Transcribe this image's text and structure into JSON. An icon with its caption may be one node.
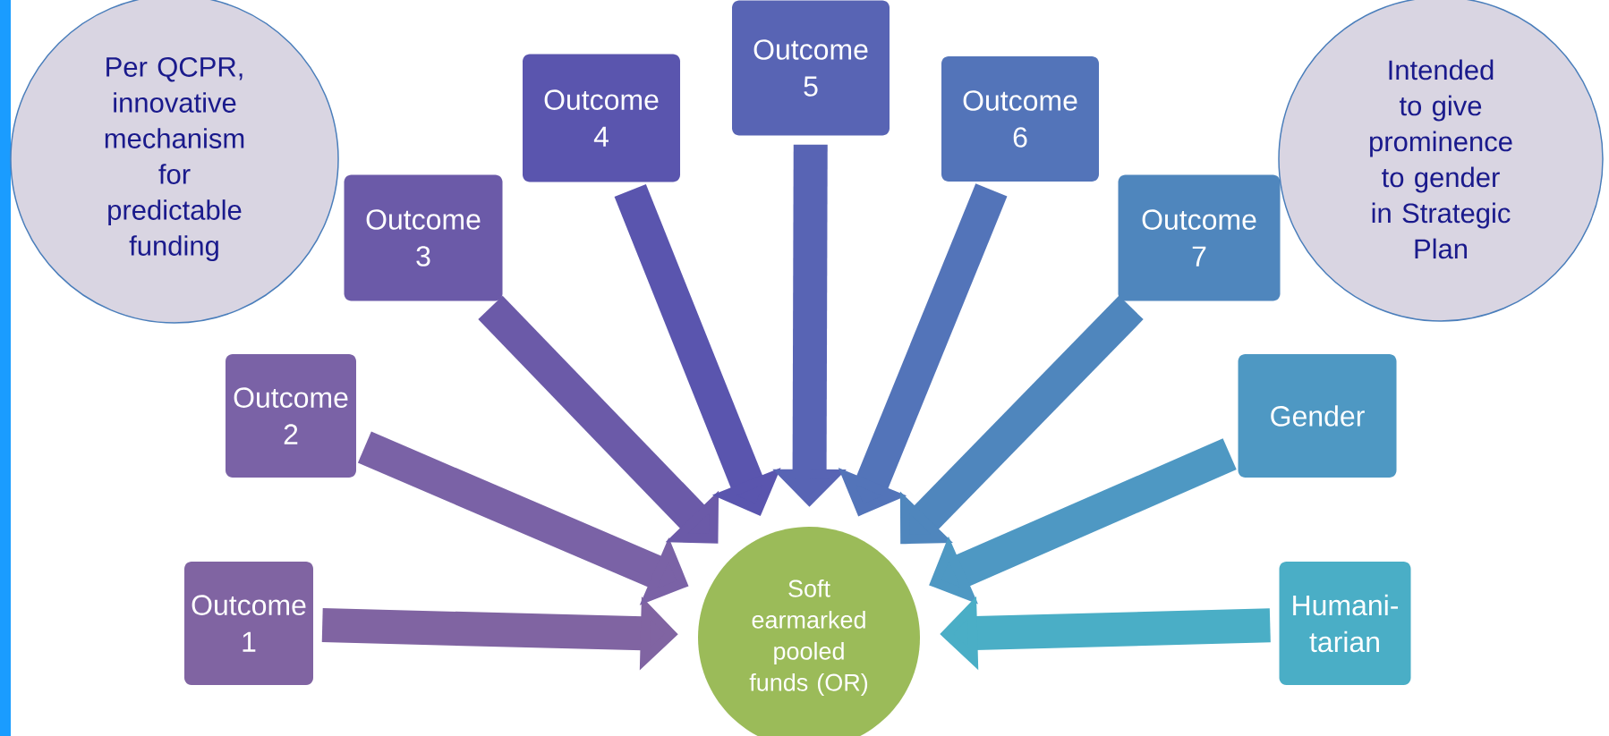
{
  "diagram": {
    "nodes": [
      {
        "text": [
          "Outcome 1"
        ]
      },
      {
        "text": [
          "Outcome 2"
        ]
      },
      {
        "text": [
          "Outcome 3"
        ]
      },
      {
        "text": [
          "Outcome 4"
        ]
      },
      {
        "text": [
          "Outcome 5"
        ]
      },
      {
        "text": [
          "Outcome 6"
        ]
      },
      {
        "text": [
          "Outcome 7"
        ]
      },
      {
        "text": [
          "Gender"
        ]
      },
      {
        "text": [
          "Humani- tarian"
        ]
      },
      {
        "text": [
          "Soft earmarked pooled funds (OR)"
        ]
      },
      {
        "text": [
          "Per QCPR, innovative mechanism for predictable funding"
        ]
      },
      {
        "text": [
          "Intended to give prominence to gender in Strategic Plan"
        ]
      }
    ],
    "edges": [
      {
        "from": 0,
        "to": 9,
        "arrow": "to",
        "color": "#8064a2"
      },
      {
        "from": 1,
        "to": 9,
        "arrow": "to",
        "color": "#7a62a6"
      },
      {
        "from": 2,
        "to": 9,
        "arrow": "to",
        "color": "#6b5aa8"
      },
      {
        "from": 3,
        "to": 9,
        "arrow": "to",
        "color": "#5a55ae"
      },
      {
        "from": 4,
        "to": 9,
        "arrow": "to",
        "color": "#5864b4"
      },
      {
        "from": 5,
        "to": 9,
        "arrow": "to",
        "color": "#5374b9"
      },
      {
        "from": 6,
        "to": 9,
        "arrow": "to",
        "color": "#4f86bd"
      },
      {
        "from": 7,
        "to": 9,
        "arrow": "to",
        "color": "#4e98c3"
      },
      {
        "from": 8,
        "to": 9,
        "arrow": "to",
        "color": "#4aaec6"
      }
    ]
  }
}
